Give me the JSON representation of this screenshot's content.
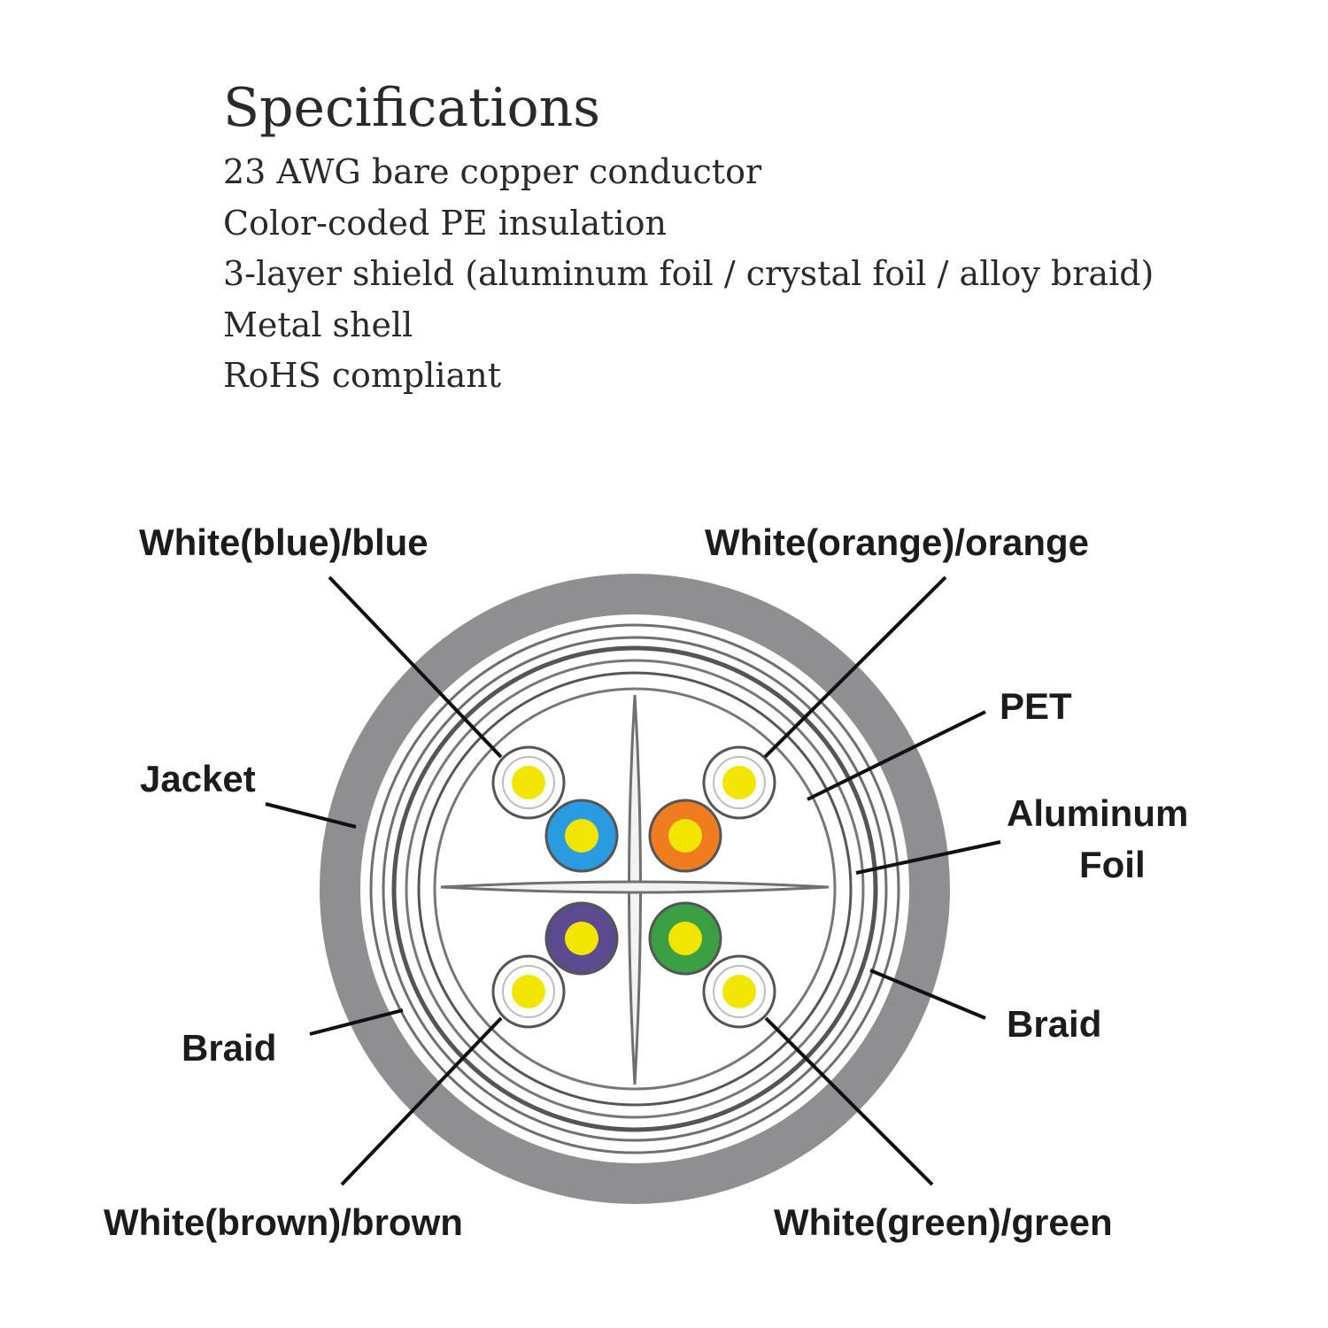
{
  "specifications": {
    "title": "Specifications",
    "items": [
      "23 AWG bare copper conductor",
      "Color-coded PE insulation",
      "3-layer shield (aluminum foil / crystal foil / alloy braid)",
      "Metal shell",
      "RoHS compliant"
    ]
  },
  "diagram": {
    "labels": {
      "white_blue": "White(blue)/blue",
      "white_orange": "White(orange)/orange",
      "pet": "PET",
      "aluminum_foil_line1": "Aluminum",
      "aluminum_foil_line2": "Foil",
      "jacket": "Jacket",
      "braid_left": "Braid",
      "braid_right": "Braid",
      "white_brown": "White(brown)/brown",
      "white_green": "White(green)/green"
    },
    "colors": {
      "jacket": "#8f8f92",
      "conductor": "#f2e600",
      "blue": "#2a9be0",
      "orange": "#ef7d1f",
      "purple": "#5b4a8e",
      "green": "#3aa043"
    }
  }
}
